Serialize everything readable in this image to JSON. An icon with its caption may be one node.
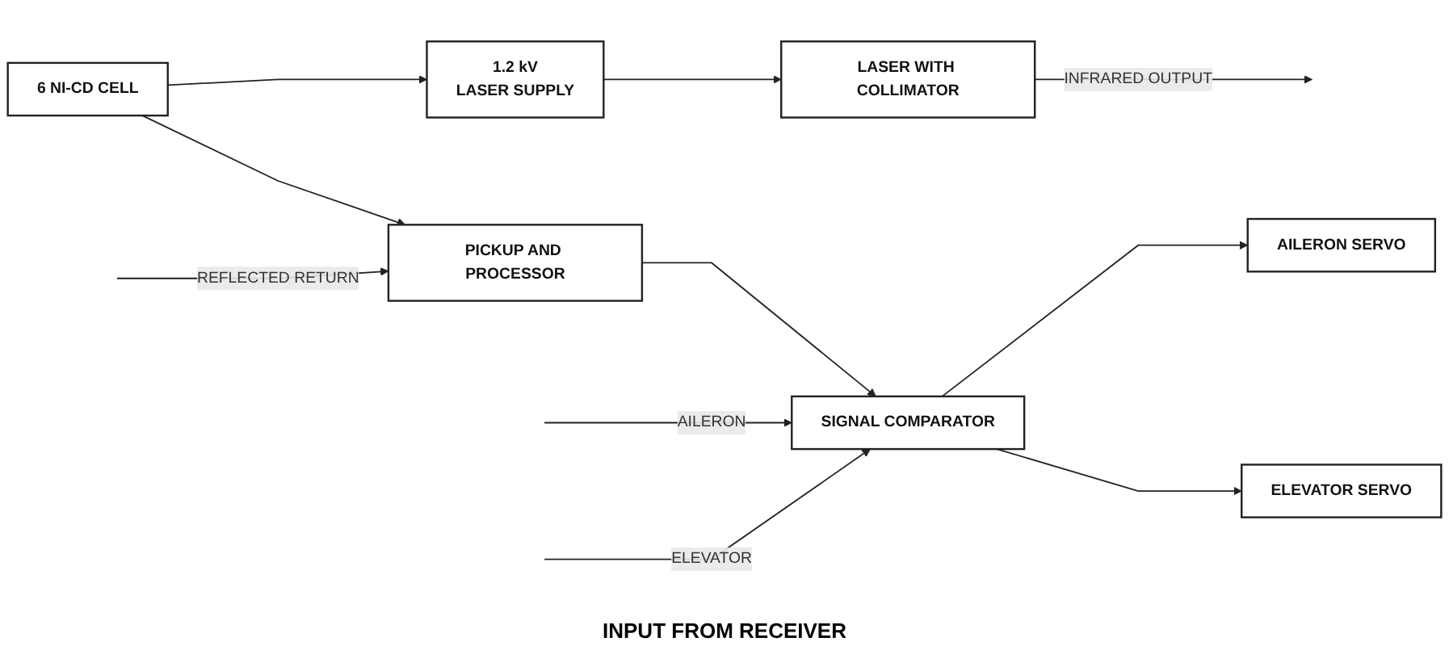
{
  "diagram": {
    "nodes": [
      {
        "text": [
          "1.2 kV",
          "LASER SUPPLY"
        ]
      },
      {
        "text": [
          "LASER WITH COLLIMATOR"
        ]
      },
      {
        "text": [
          "PICKUP AND PROCESSOR"
        ]
      },
      {
        "text": [
          "SIGNAL COMPARATOR"
        ]
      },
      {
        "text": [
          "AILERON SERVO"
        ]
      },
      {
        "text": [
          "ELEVATOR SERVO"
        ]
      },
      {
        "text": [
          "6 NI-CD CELL"
        ]
      }
    ],
    "edges": [
      {
        "from": 0,
        "to": 1,
        "arrow": "to"
      },
      {
        "from": 1,
        "to": null,
        "arrow": "to",
        "label": "INFRARED OUTPUT"
      },
      {
        "from": null,
        "to": 2,
        "arrow": "to",
        "label": "REFLECTED RETURN"
      },
      {
        "from": 6,
        "to": 0,
        "arrow": "to"
      },
      {
        "from": 6,
        "to": 2,
        "arrow": "to"
      },
      {
        "from": 2,
        "to": 3,
        "arrow": "to"
      },
      {
        "from": 3,
        "to": 4,
        "arrow": "to"
      },
      {
        "from": 3,
        "to": 5,
        "arrow": "to"
      },
      {
        "from": null,
        "to": 3,
        "arrow": "to",
        "label": "AILERON"
      },
      {
        "from": null,
        "to": 3,
        "arrow": "to",
        "label": "ELEVATOR"
      }
    ],
    "labels": [
      "INPUT FROM RECEIVER"
    ]
  }
}
